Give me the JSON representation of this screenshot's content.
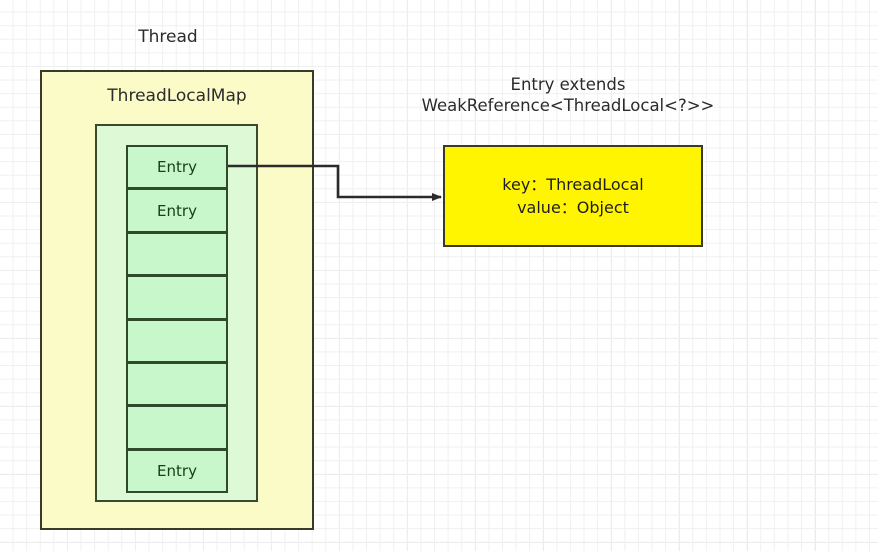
{
  "diagram": {
    "title": "ThreadLocal / ThreadLocalMap Entry structure",
    "thread": {
      "label": "Thread",
      "fill_color": "#fbfbc8",
      "border_color": "#3a3a28"
    },
    "thread_local_map": {
      "label": "ThreadLocalMap",
      "fill_color": "#ddf9d5",
      "border_color": "#3a4a2e"
    },
    "entry_table": {
      "fill_color": "#c8f7cc",
      "border_color": "#2e4a2b",
      "text_color": "#17401a",
      "cells": [
        {
          "label": "Entry"
        },
        {
          "label": "Entry"
        },
        {
          "label": ""
        },
        {
          "label": ""
        },
        {
          "label": ""
        },
        {
          "label": ""
        },
        {
          "label": ""
        },
        {
          "label": "Entry"
        }
      ]
    },
    "entry_detail": {
      "caption_line1": "Entry extends",
      "caption_line2": "WeakReference<ThreadLocal<?>>",
      "key_line": "key：ThreadLocal",
      "value_line": "value：Object",
      "fill_color": "#fff500",
      "border_color": "#3a3a28"
    },
    "connector": {
      "name": "entry-to-detail-arrow",
      "stroke_color": "#2b2b2b"
    },
    "background": {
      "color": "#ffffff",
      "minor_grid_color": "#f0f0f0",
      "major_grid_color": "#e2e2e2"
    }
  }
}
